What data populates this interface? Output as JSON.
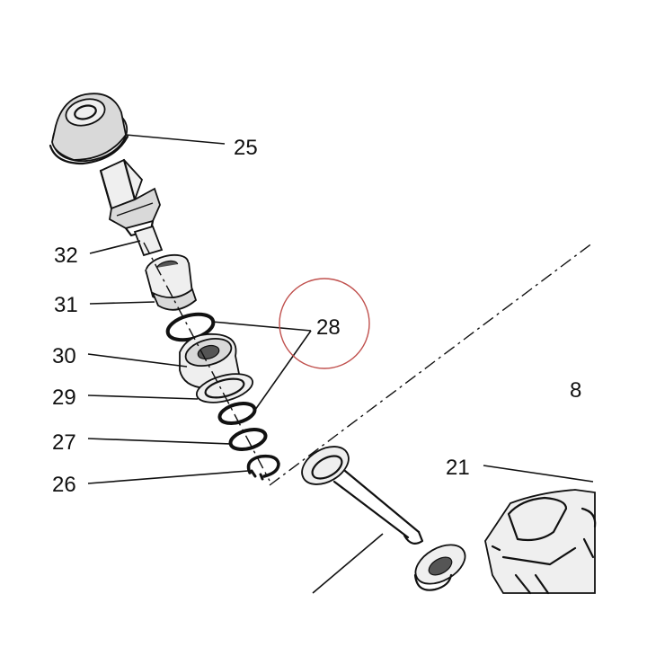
{
  "callouts": {
    "c25": "25",
    "c32": "32",
    "c31": "31",
    "c28": "28",
    "c30": "30",
    "c29": "29",
    "c27": "27",
    "c26": "26",
    "c8": "8",
    "c21": "21"
  },
  "colors": {
    "line": "#111111",
    "highlight_circle": "#c0504d",
    "background": "#ffffff"
  }
}
